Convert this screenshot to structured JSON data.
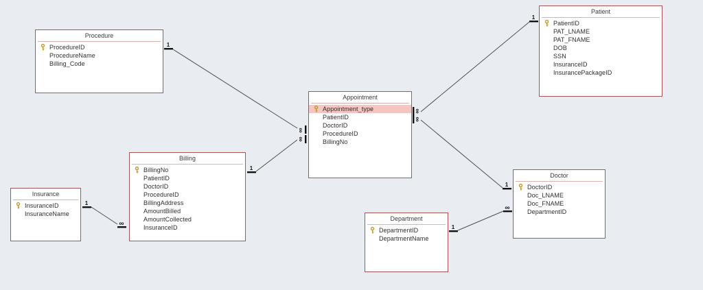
{
  "diagram": {
    "kind": "database-relationships",
    "background_color": "#e9edf2",
    "table_border_color": "#a85454",
    "highlight_row_color": "#f5c5c1",
    "cardinality": {
      "one": "1",
      "many": "∞"
    },
    "tables": [
      {
        "name": "Procedure",
        "fields": [
          {
            "name": "ProcedureID",
            "pk": true
          },
          {
            "name": "ProcedureName",
            "pk": false
          },
          {
            "name": "Billing_Code",
            "pk": false
          }
        ]
      },
      {
        "name": "Patient",
        "fields": [
          {
            "name": "PatientID",
            "pk": true
          },
          {
            "name": "PAT_LNAME",
            "pk": false
          },
          {
            "name": "PAT_FNAME",
            "pk": false
          },
          {
            "name": "DOB",
            "pk": false
          },
          {
            "name": "SSN",
            "pk": false
          },
          {
            "name": "InsuranceID",
            "pk": false
          },
          {
            "name": "InsurancePackageID",
            "pk": false
          }
        ]
      },
      {
        "name": "Appointment",
        "fields": [
          {
            "name": "Appointment_type",
            "pk": true,
            "highlighted": true
          },
          {
            "name": "PatientID",
            "pk": false
          },
          {
            "name": "DoctorID",
            "pk": false
          },
          {
            "name": "ProcedureID",
            "pk": false
          },
          {
            "name": "BillingNo",
            "pk": false
          }
        ]
      },
      {
        "name": "Billing",
        "fields": [
          {
            "name": "BillingNo",
            "pk": true
          },
          {
            "name": "PatientID",
            "pk": false
          },
          {
            "name": "DoctorID",
            "pk": false
          },
          {
            "name": "ProcedureID",
            "pk": false
          },
          {
            "name": "BillingAddress",
            "pk": false
          },
          {
            "name": "AmountBilled",
            "pk": false
          },
          {
            "name": "AmountCollected",
            "pk": false
          },
          {
            "name": "InsuranceID",
            "pk": false
          }
        ]
      },
      {
        "name": "Insurance",
        "fields": [
          {
            "name": "InsuranceID",
            "pk": true
          },
          {
            "name": "InsuranceName",
            "pk": false
          }
        ]
      },
      {
        "name": "Doctor",
        "fields": [
          {
            "name": "DoctorID",
            "pk": true
          },
          {
            "name": "Doc_LNAME",
            "pk": false
          },
          {
            "name": "Doc_FNAME",
            "pk": false
          },
          {
            "name": "DepartmentID",
            "pk": false
          }
        ]
      },
      {
        "name": "Department",
        "fields": [
          {
            "name": "DepartmentID",
            "pk": true
          },
          {
            "name": "DepartmentName",
            "pk": false
          }
        ]
      }
    ],
    "relationships": [
      {
        "from": "Procedure",
        "from_label": "1",
        "to": "Appointment",
        "to_label": "∞"
      },
      {
        "from": "Patient",
        "from_label": "1",
        "to": "Appointment",
        "to_label": "∞"
      },
      {
        "from": "Billing",
        "from_label": "1",
        "to": "Appointment",
        "to_label": "∞"
      },
      {
        "from": "Insurance",
        "from_label": "1",
        "to": "Billing",
        "to_label": "∞"
      },
      {
        "from": "Doctor",
        "from_label": "1",
        "to": "Appointment",
        "to_label": "∞"
      },
      {
        "from": "Department",
        "from_label": "1",
        "to": "Doctor",
        "to_label": "∞"
      }
    ]
  }
}
